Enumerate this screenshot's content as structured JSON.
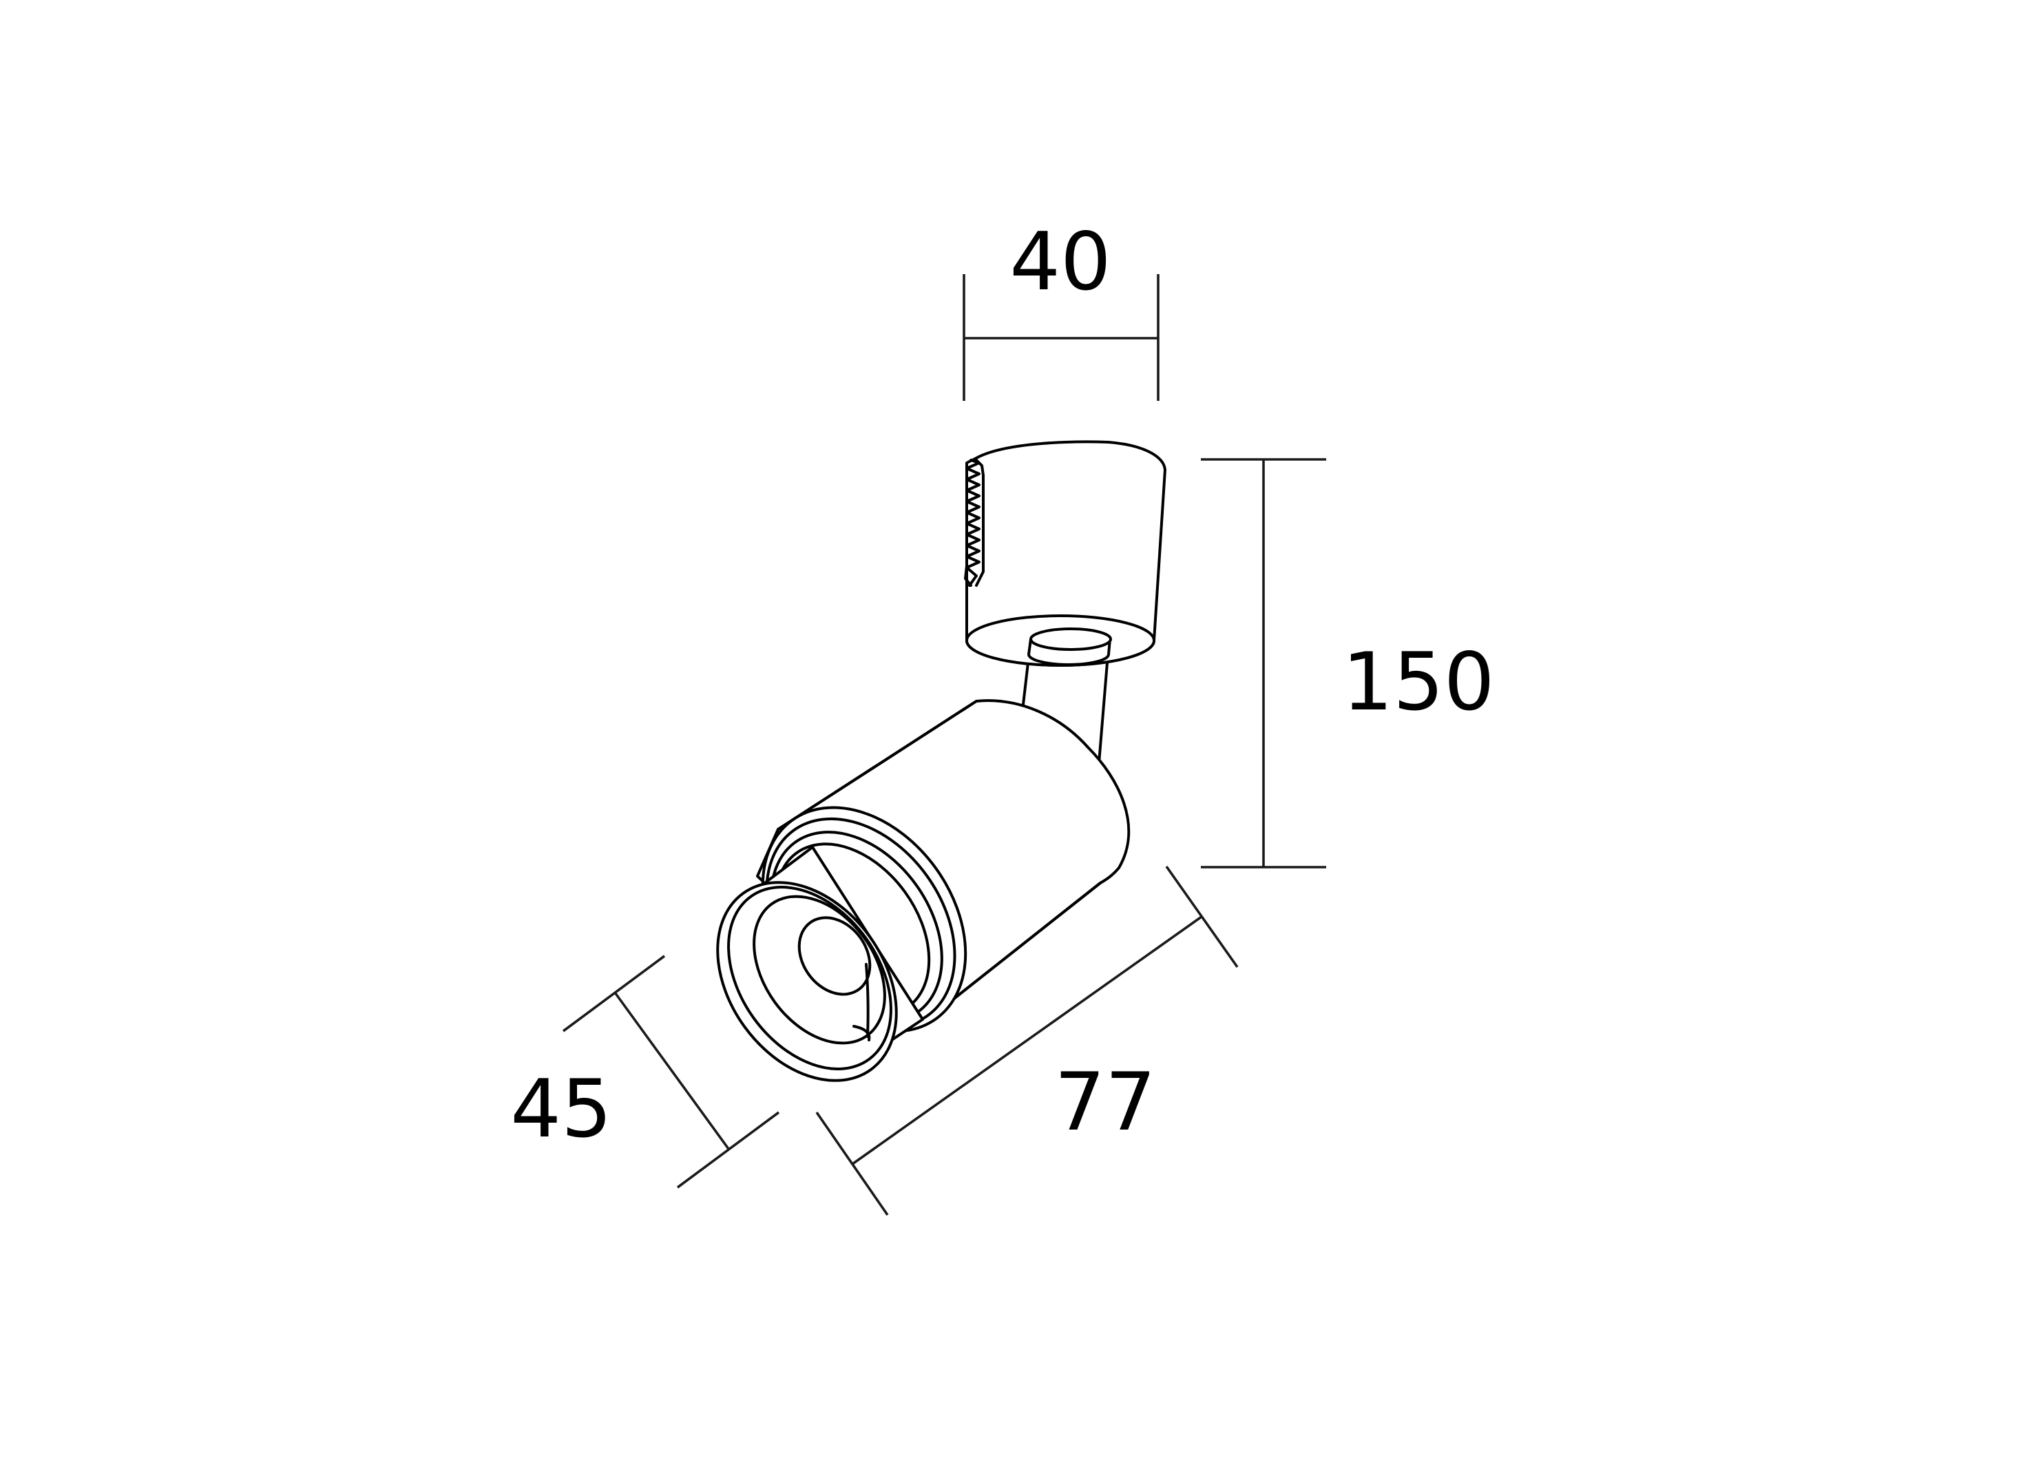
{
  "dimensions": {
    "top_width": "40",
    "height": "150",
    "length": "77",
    "diameter": "45"
  },
  "colors": {
    "line": "#000000",
    "background": "#ffffff"
  }
}
